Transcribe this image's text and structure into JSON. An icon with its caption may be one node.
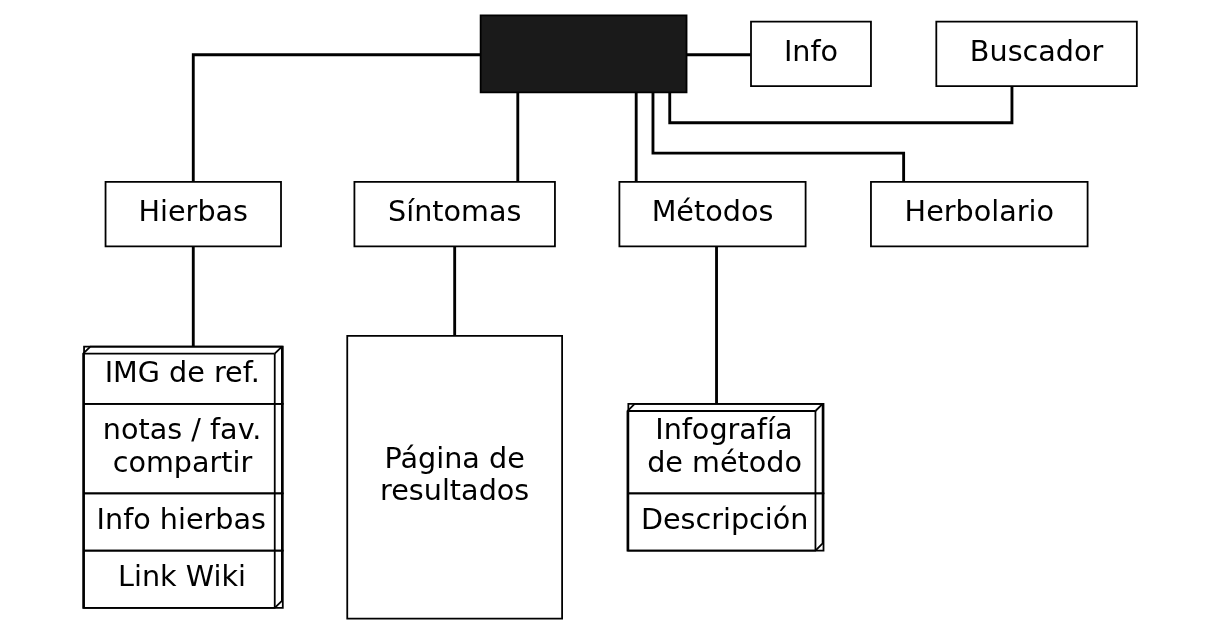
{
  "diagram": {
    "nodes": [
      {
        "text": [],
        "shape": "box"
      },
      {
        "text": [
          "Buscador"
        ]
      },
      {
        "text": [
          "Info"
        ]
      },
      {
        "text": [
          "Hierbas"
        ]
      },
      {
        "text": [
          "Síntomas"
        ]
      },
      {
        "text": [
          "Métodos"
        ]
      },
      {
        "text": [
          "Herbolario"
        ]
      },
      {
        "text": [
          "IMG de ref.",
          "notas / fav. compartir",
          "Info hierbas",
          "Link Wiki"
        ]
      },
      {
        "text": [
          "Página de resultados"
        ]
      },
      {
        "text": [
          "Infografía de método",
          "Descripción"
        ]
      }
    ],
    "edges": [
      {
        "from": 0,
        "to": 1,
        "arrow": "none"
      },
      {
        "from": 0,
        "to": 2,
        "arrow": "none"
      },
      {
        "from": 0,
        "to": 3,
        "arrow": "none"
      },
      {
        "from": 0,
        "to": 4,
        "arrow": "none"
      },
      {
        "from": 0,
        "to": 5,
        "arrow": "none"
      },
      {
        "from": 0,
        "to": 6,
        "arrow": "none"
      },
      {
        "from": 3,
        "to": 7,
        "arrow": "none"
      },
      {
        "from": 4,
        "to": 8,
        "arrow": "none"
      },
      {
        "from": 5,
        "to": 9,
        "arrow": "none"
      }
    ]
  }
}
